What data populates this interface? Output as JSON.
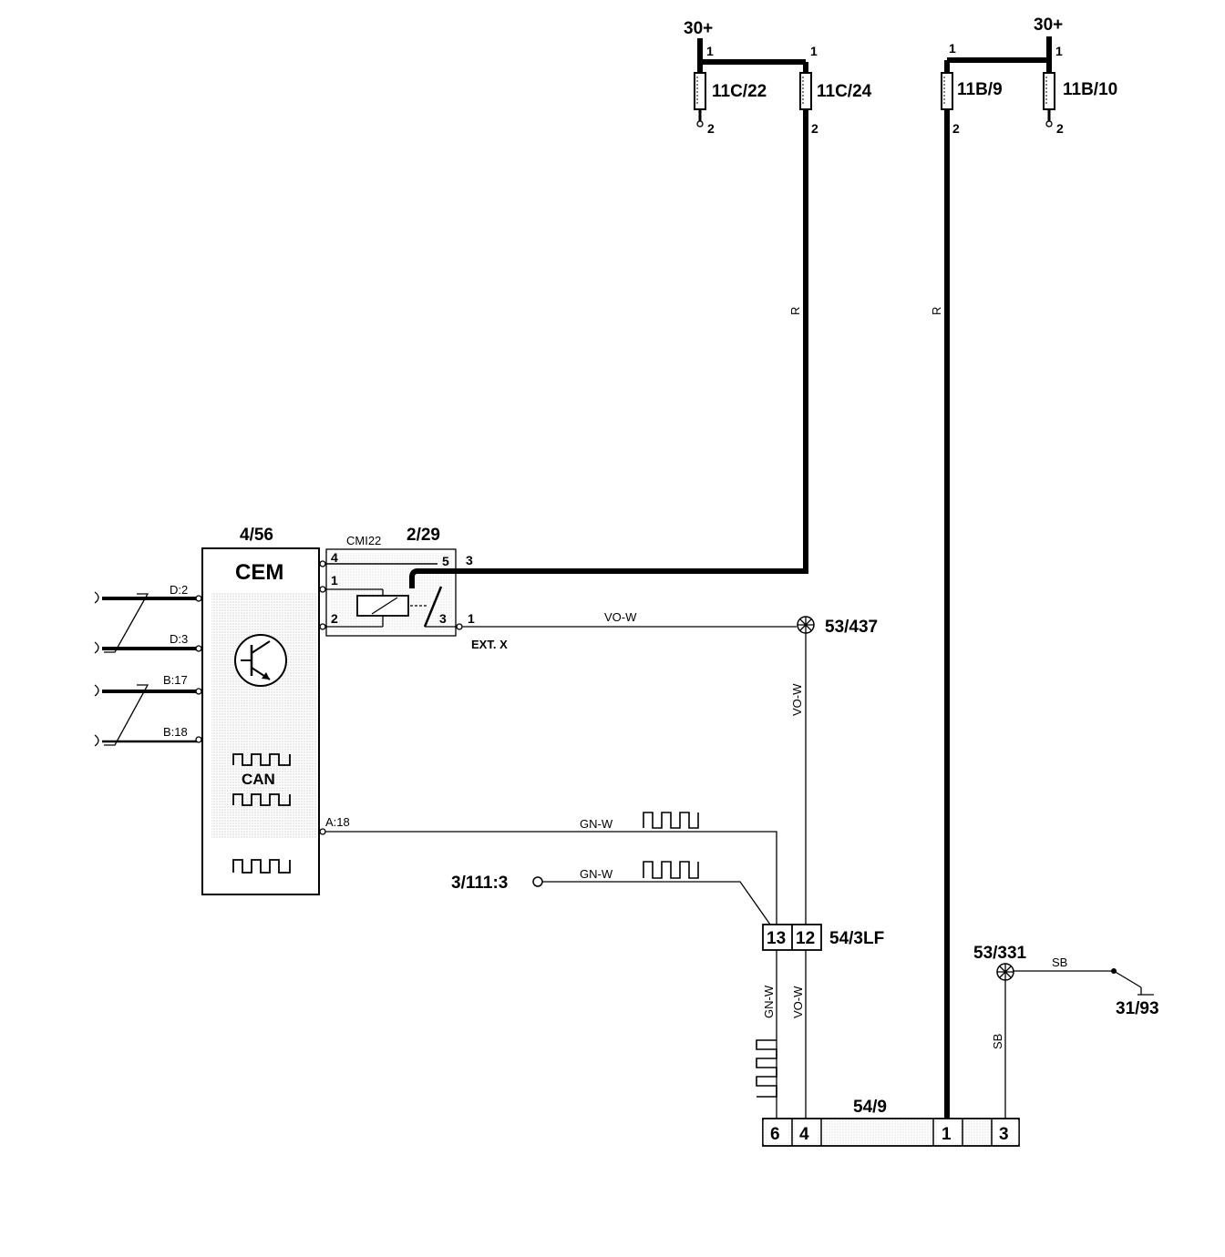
{
  "fuses": {
    "supply_left": "30+",
    "supply_right": "30+",
    "f1": {
      "name": "11C/22",
      "pin_top": "1",
      "pin_bottom": "2"
    },
    "f2": {
      "name": "11C/24",
      "pin_top": "1",
      "pin_bottom": "2"
    },
    "f3": {
      "name": "11B/9",
      "pin_top": "1",
      "pin_bottom": "2"
    },
    "f4": {
      "name": "11B/10",
      "pin_top": "1",
      "pin_bottom": "2"
    }
  },
  "wires": {
    "r_left": "R",
    "r_right": "R",
    "vo_w_horizontal": "VO-W",
    "vo_w_vertical": "VO-W",
    "gn_w_upper": "GN-W",
    "gn_w_lower": "GN-W",
    "gn_w_vertical": "GN-W",
    "vo_w_lower_vertical": "VO-W",
    "sb_horizontal": "SB",
    "sb_vertical": "SB"
  },
  "cem": {
    "ref": "4/56",
    "name": "CEM",
    "can_label": "CAN",
    "pins": {
      "d2": "D:2",
      "d3": "D:3",
      "b17": "B:17",
      "b18": "B:18",
      "a18": "A:18"
    }
  },
  "relay": {
    "ref": "2/29",
    "connector": "CMI22",
    "pins": {
      "p4": "4",
      "p1": "1",
      "p2": "2",
      "p5": "5",
      "p3": "3"
    },
    "out_pin_3": "3",
    "out_pin_1": "1",
    "ext_label": "EXT. X"
  },
  "splices": {
    "s1": "53/437",
    "s2": "53/331"
  },
  "connectors": {
    "c1": {
      "ref": "54/3LF",
      "pin_a": "13",
      "pin_b": "12"
    },
    "c2": {
      "ref": "54/9",
      "pins": [
        "6",
        "4",
        "1",
        "3"
      ]
    }
  },
  "ground": "31/93",
  "ext_ref": "3/111:3"
}
